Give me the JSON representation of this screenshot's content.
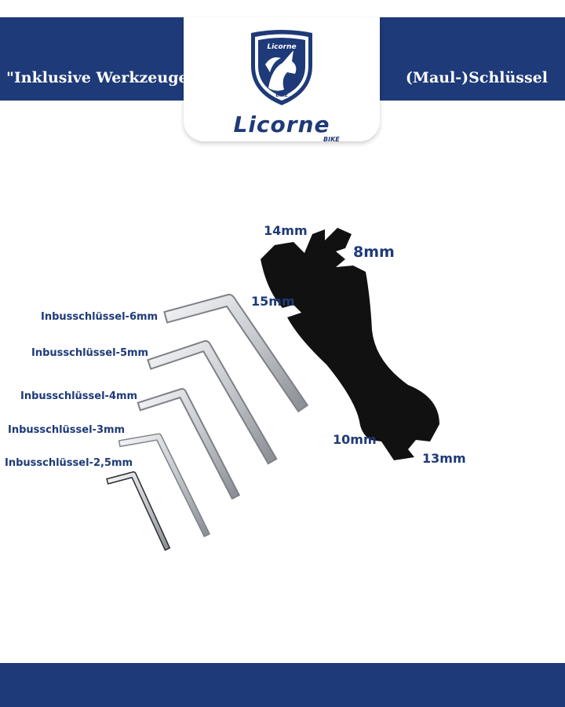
{
  "header": {
    "left_text": "\"Inklusive Werkzeuge\"",
    "right_text": "(Maul-)Schlüssel"
  },
  "logo": {
    "shield_text": "Licorne",
    "shield_sub": "BIKE",
    "wordmark": "Licorne",
    "wordmark_sub": "BIKE"
  },
  "hex_keys": [
    "Inbusschlüssel-6mm",
    "Inbusschlüssel-5mm",
    "Inbusschlüssel-4mm",
    "Inbusschlüssel-3mm",
    "Inbusschlüssel-2,5mm"
  ],
  "wrench_sizes": {
    "s14": "14mm",
    "s8": "8mm",
    "s15": "15mm",
    "s10": "10mm",
    "s13": "13mm"
  },
  "colors": {
    "brand_blue": "#1e3a78",
    "wrench_black": "#111111",
    "steel": "#cfd2d6"
  }
}
